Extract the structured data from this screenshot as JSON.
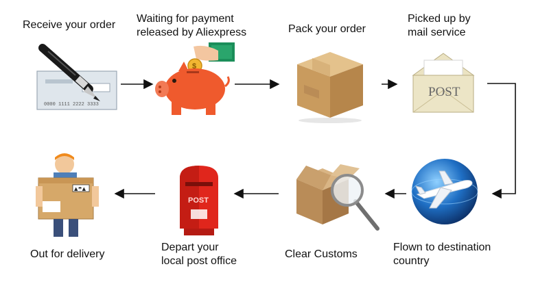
{
  "steps": [
    {
      "label": "Receive your order",
      "icon": "check-pen-icon"
    },
    {
      "label": "Waiting for payment\nreleased by Aliexpress",
      "icon": "piggy-bank-icon"
    },
    {
      "label": "Pack your order",
      "icon": "cardboard-box-icon"
    },
    {
      "label": "Picked up by\nmail service",
      "icon": "post-envelope-icon"
    },
    {
      "label": "Flown to destination\ncountry",
      "icon": "airplane-globe-icon"
    },
    {
      "label": "Clear Customs",
      "icon": "box-magnifier-icon"
    },
    {
      "label": "Depart your\nlocal post office",
      "icon": "post-box-icon"
    },
    {
      "label": "Out for delivery",
      "icon": "delivery-man-icon"
    }
  ],
  "icon_text": {
    "check_numbers": "0000 1111 2222 3333",
    "envelope_text": "POST",
    "postbox_text": "POST"
  },
  "colors": {
    "arrow": "#111111",
    "piggy": "#ef5a2d",
    "box": "#c9a06a",
    "postbox": "#e0261c",
    "globe": "#1a64b8"
  }
}
